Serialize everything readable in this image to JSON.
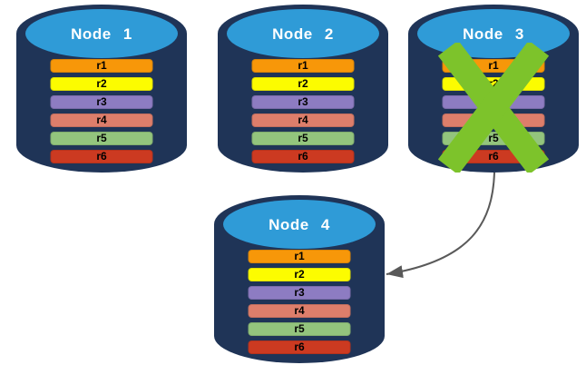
{
  "diagram": {
    "nodes": [
      {
        "title": "Node 1",
        "failed": false
      },
      {
        "title": "Node 2",
        "failed": false
      },
      {
        "title": "Node 3",
        "failed": true
      },
      {
        "title": "Node 4",
        "failed": false
      }
    ],
    "replicas": [
      {
        "label": "r1",
        "color": "#F79709"
      },
      {
        "label": "r2",
        "color": "#FCFC00"
      },
      {
        "label": "r3",
        "color": "#8D7CC2"
      },
      {
        "label": "r4",
        "color": "#DD7E6B"
      },
      {
        "label": "r5",
        "color": "#93C47D"
      },
      {
        "label": "r6",
        "color": "#CC3A21"
      }
    ],
    "colors": {
      "cylinder_body": "#1F3457",
      "cylinder_top": "#2F9BD7",
      "node_title": "#FFFFFF",
      "replica_label": "#000000",
      "failure_x": "#7DC32B",
      "arrow": "#595959"
    }
  }
}
